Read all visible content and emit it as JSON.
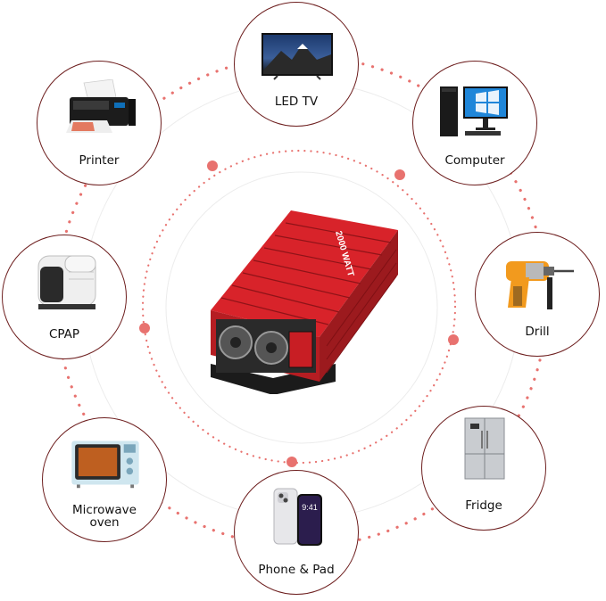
{
  "devices": [
    {
      "key": "led-tv",
      "label": "LED TV"
    },
    {
      "key": "computer",
      "label": "Computer"
    },
    {
      "key": "drill",
      "label": "Drill"
    },
    {
      "key": "fridge",
      "label": "Fridge"
    },
    {
      "key": "phone-pad",
      "label": "Phone & Pad"
    },
    {
      "key": "microwave",
      "label": "Microwave\noven"
    },
    {
      "key": "cpap",
      "label": "CPAP"
    },
    {
      "key": "printer",
      "label": "Printer"
    }
  ],
  "inverter": {
    "brand_text": "2000 WATT",
    "body_color": "#d8232a"
  },
  "colors": {
    "ring_accent": "#e8726f",
    "node_border": "#6d1e1e"
  }
}
